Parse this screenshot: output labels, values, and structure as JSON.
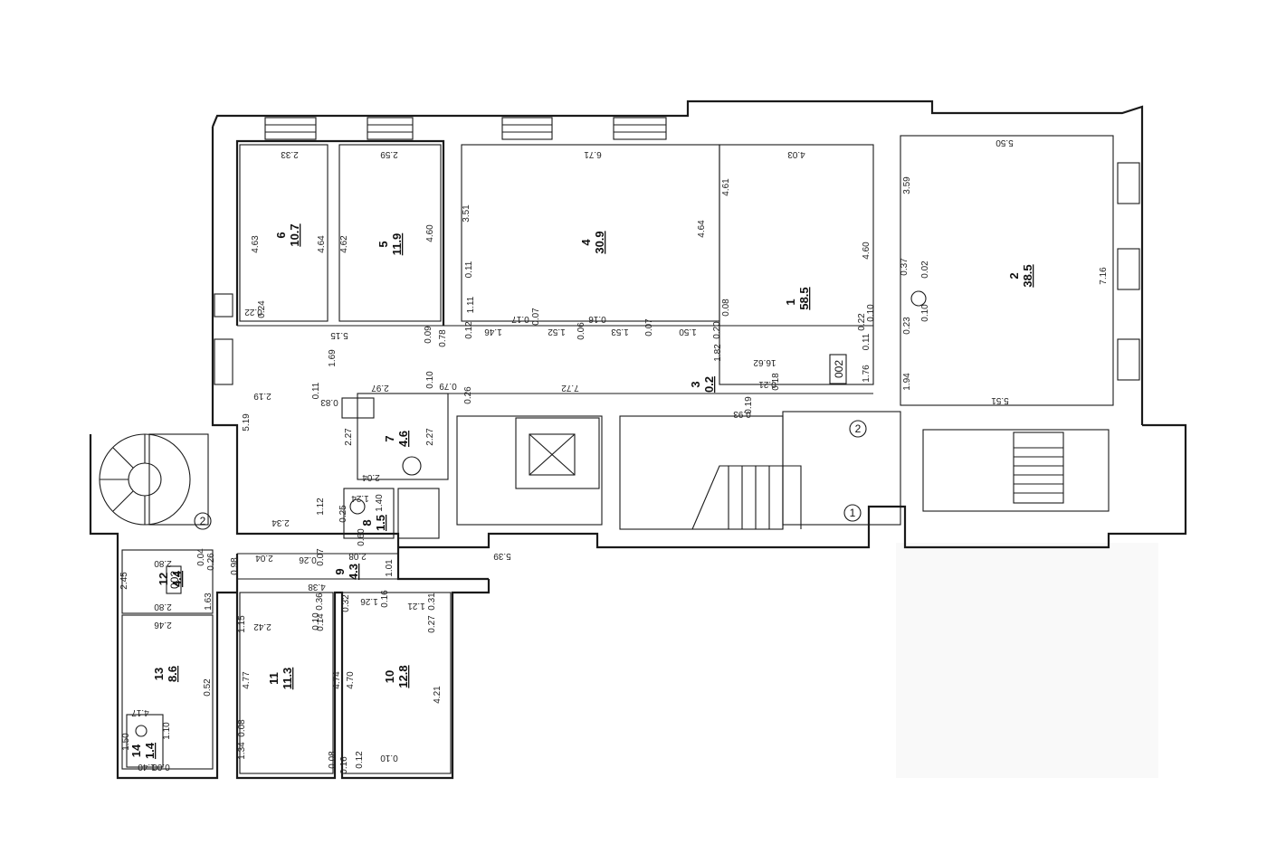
{
  "rooms": [
    {
      "num": "1",
      "area": "58.5"
    },
    {
      "num": "2",
      "area": "38.5"
    },
    {
      "num": "3",
      "area": "0.2"
    },
    {
      "num": "4",
      "area": "30.9"
    },
    {
      "num": "5",
      "area": "11.9"
    },
    {
      "num": "6",
      "area": "10.7"
    },
    {
      "num": "7",
      "area": "4.6"
    },
    {
      "num": "8",
      "area": "1.5"
    },
    {
      "num": "9",
      "area": "4.3"
    },
    {
      "num": "10",
      "area": "12.8"
    },
    {
      "num": "11",
      "area": "11.3"
    },
    {
      "num": "12",
      "area": "4.4"
    },
    {
      "num": "13",
      "area": "8.6"
    },
    {
      "num": "14",
      "area": "1.4"
    }
  ],
  "markers": {
    "unit_a": "002",
    "unit_b": "002",
    "entrance_1": "1",
    "entrance_2": "2",
    "entrance_2b": "2"
  },
  "dimensions": [
    "2.33",
    "2.59",
    "6.71",
    "4.03",
    "5.50",
    "4.63",
    "4.64",
    "4.62",
    "4.60",
    "3.51",
    "4.64",
    "4.61",
    "4.60",
    "3.59",
    "7.16",
    "0.22",
    "0.24",
    "0.11",
    "1.11",
    "0.12",
    "1.46",
    "0.17",
    "0.07",
    "1.52",
    "0.06",
    "0.16",
    "1.53",
    "0.07",
    "1.50",
    "0.20",
    "0.08",
    "0.10",
    "0.22",
    "0.11",
    "0.37",
    "0.02",
    "0.23",
    "0.10",
    "5.15",
    "0.09",
    "0.78",
    "1.69",
    "2.19",
    "0.11",
    "0.83",
    "2.97",
    "0.10",
    "0.79",
    "0.26",
    "7.72",
    "16.62",
    "1.82",
    "0.21",
    "0.18",
    "0.19",
    "0.93",
    "1.76",
    "1.94",
    "5.51",
    "5.19",
    "2.27",
    "2.27",
    "2.04",
    "1.12",
    "2.34",
    "1.24",
    "0.25",
    "1.40",
    "0.60",
    "2.08",
    "1.01",
    "5.39",
    "2.80",
    "0.04",
    "0.26",
    "0.98",
    "2.04",
    "0.26",
    "0.07",
    "4.38",
    "1.26",
    "0.16",
    "1.21",
    "0.31",
    "0.27",
    "0.32",
    "0.36",
    "0.10",
    "0.14",
    "2.42",
    "1.15",
    "0.08",
    "4.77",
    "4.74",
    "4.70",
    "4.21",
    "1.34",
    "0.08",
    "0.16",
    "0.12",
    "0.10",
    "2.80",
    "2.46",
    "2.45",
    "1.63",
    "0.52",
    "4.17",
    "1.10",
    "1.50",
    "1.40",
    "0.00",
    "0.00"
  ]
}
